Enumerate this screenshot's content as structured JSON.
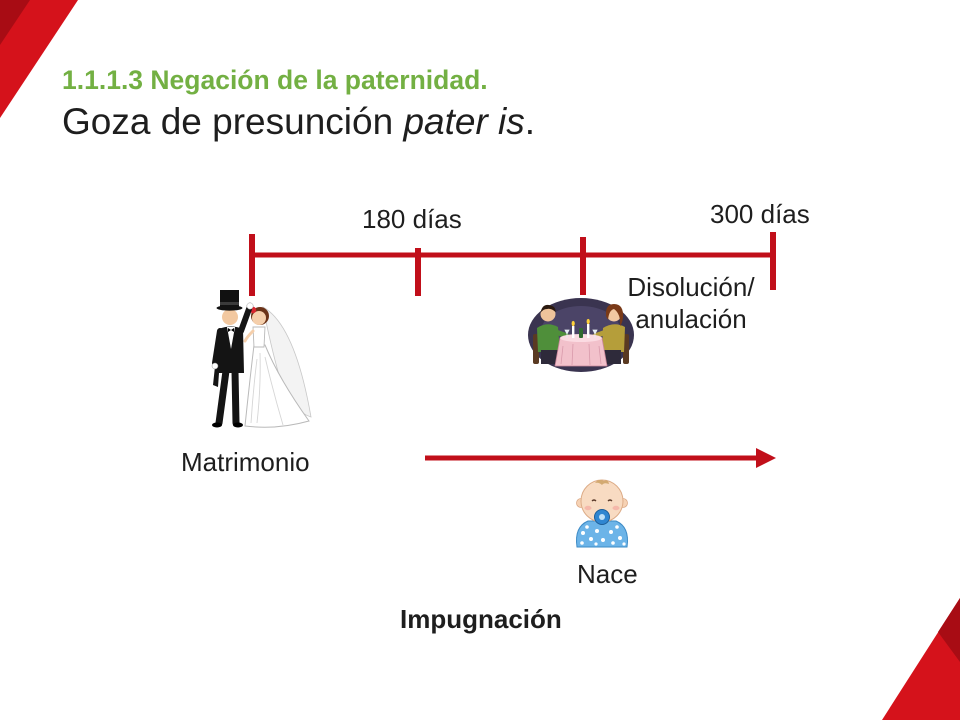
{
  "slide": {
    "section_title": "1.1.1.3 Negación de la paternidad.",
    "heading": {
      "prefix": "Goza de presunción ",
      "italic": "pater is",
      "suffix": "."
    }
  },
  "timeline": {
    "label_180": "180 días",
    "label_300": "300 días",
    "dissolution_lines": [
      "Disolución/",
      "anulación"
    ],
    "marriage_label": "Matrimonio",
    "birth_label": "Nace",
    "challenge_label": "Impugnación"
  },
  "illustrations": {
    "marriage": "wedding-couple",
    "dissolution": "couple-at-dinner",
    "birth": "baby-with-pacifier"
  },
  "colors": {
    "timeline_red": "#c10f1a",
    "corner_red": "#d5121b",
    "corner_red_dark": "#a80c14",
    "title_green": "#73b043",
    "text_dark": "#1e1e1e",
    "background": "#ffffff"
  }
}
